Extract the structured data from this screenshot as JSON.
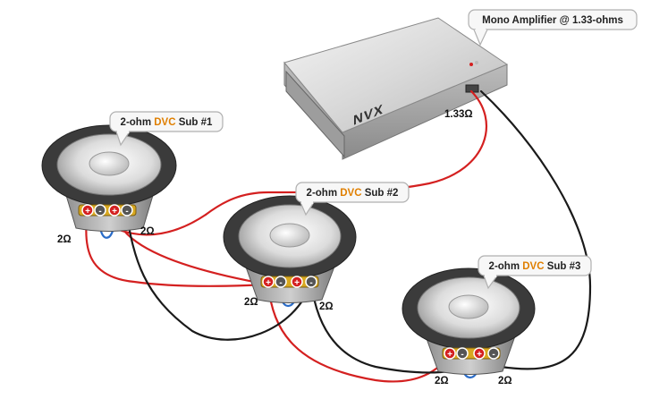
{
  "colors": {
    "positive_wire": "#d42020",
    "negative_wire": "#1a1a1a",
    "jumper_wire": "#2a6cc8",
    "accent": "#e07f00",
    "terminal_positive": "#d42020",
    "terminal_negative": "#555555"
  },
  "amplifier": {
    "callout_label": "Mono Amplifier @ 1.33-ohms",
    "brand": "NVX",
    "impedance_label": "1.33Ω"
  },
  "subs": [
    {
      "label_prefix": "2-ohm ",
      "label_accent": "DVC",
      "label_suffix": " Sub #1",
      "coil_left": "2Ω",
      "coil_right": "2Ω",
      "terminal_labels": [
        "+",
        "-",
        "+",
        "-"
      ]
    },
    {
      "label_prefix": "2-ohm ",
      "label_accent": "DVC",
      "label_suffix": " Sub #2",
      "coil_left": "2Ω",
      "coil_right": "2Ω",
      "terminal_labels": [
        "+",
        "-",
        "+",
        "-"
      ]
    },
    {
      "label_prefix": "2-ohm ",
      "label_accent": "DVC",
      "label_suffix": " Sub #3",
      "coil_left": "2Ω",
      "coil_right": "2Ω",
      "terminal_labels": [
        "+",
        "-",
        "+",
        "-"
      ]
    }
  ]
}
